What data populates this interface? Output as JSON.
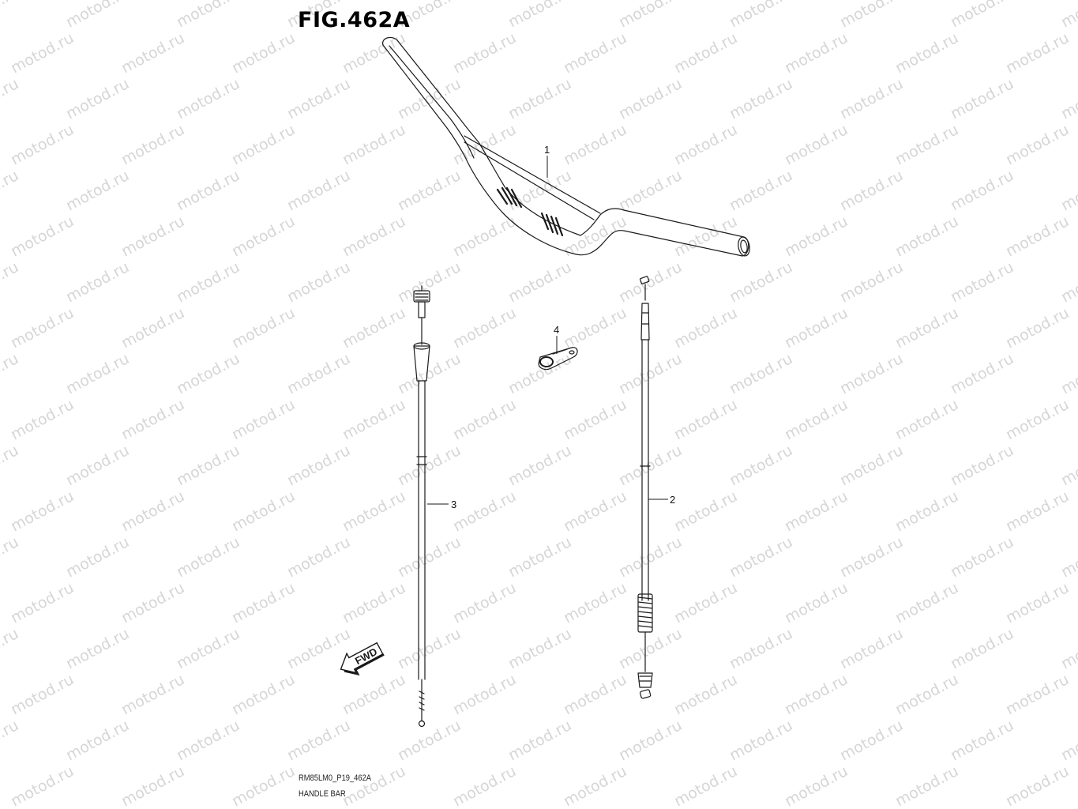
{
  "title": "FIG.462A",
  "watermark": "motod.ru",
  "callouts": {
    "p1": "1",
    "p2": "2",
    "p3": "3",
    "p4": "4"
  },
  "fwd_label": "FWD",
  "footer": {
    "code": "RM85LM0_P19_462A",
    "name": "HANDLE BAR"
  }
}
